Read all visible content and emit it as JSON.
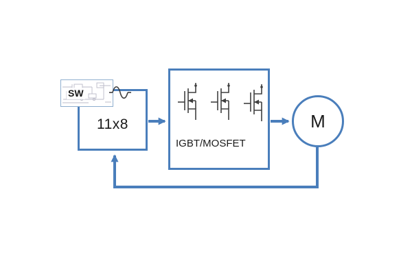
{
  "colors": {
    "accent_blue": "#4a7ebb",
    "symbol_dark": "#3f3f3f",
    "background": "#ffffff",
    "thumbnail_line": "#b4b4c4"
  },
  "blocks": {
    "source": {
      "label": "SW",
      "icon": "circuit-thumbnail-icon"
    },
    "sine": {
      "icon": "sine-wave-icon"
    },
    "matrix": {
      "label": "11x8"
    },
    "inverter": {
      "label": "IGBT/MOSFET",
      "icon": "mosfet-icon",
      "mosfet_count": 3
    },
    "motor": {
      "label": "M"
    }
  },
  "connections": [
    {
      "from": "matrix",
      "to": "inverter",
      "type": "arrow"
    },
    {
      "from": "inverter",
      "to": "motor",
      "type": "arrow"
    },
    {
      "from": "motor",
      "to": "matrix",
      "type": "feedback-arrow"
    }
  ]
}
